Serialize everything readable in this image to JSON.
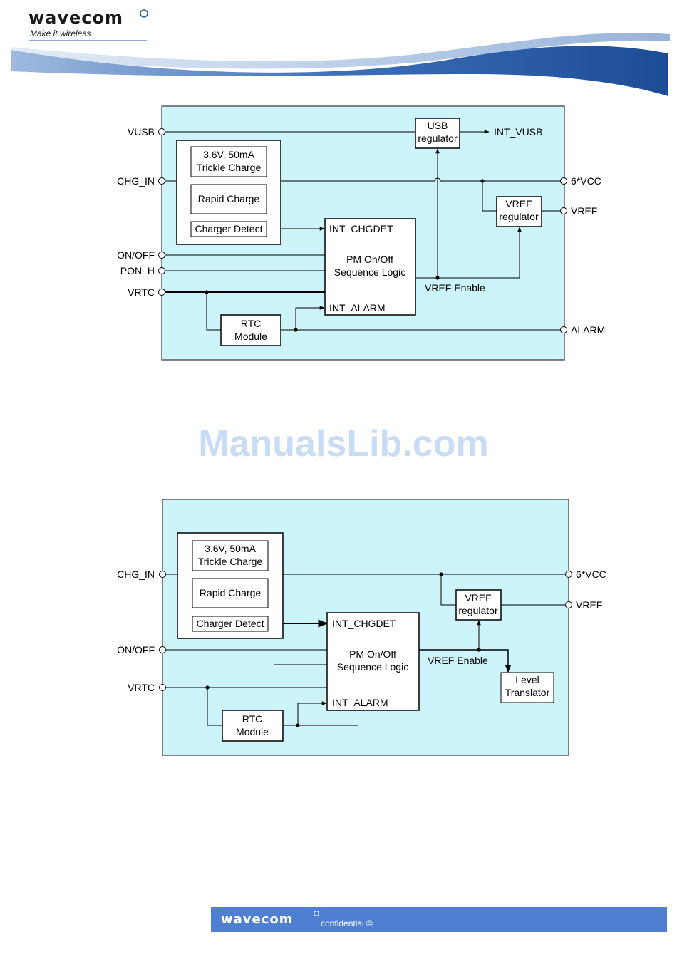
{
  "header": {
    "brand": "wavecom",
    "tagline": "Make it wireless"
  },
  "watermark": "ManualsLib.com",
  "diagram1": {
    "pins_left": [
      "VUSB",
      "CHG_IN",
      "ON/OFF",
      "PON_H",
      "VRTC"
    ],
    "pins_right": [
      "6*VCC",
      "VREF",
      "ALARM"
    ],
    "usb_regulator": [
      "USB",
      "regulator"
    ],
    "int_vusb": "INT_VUSB",
    "trickle": [
      "3.6V, 50mA",
      "Trickle Charge"
    ],
    "rapid": "Rapid Charge",
    "charger_detect": "Charger Detect",
    "vref_regulator": [
      "VREF",
      "regulator"
    ],
    "pm_int_chgdet": "INT_CHGDET",
    "pm_title": [
      "PM On/Off",
      "Sequence Logic"
    ],
    "pm_int_alarm": "INT_ALARM",
    "vref_enable": "VREF Enable",
    "rtc": [
      "RTC",
      "Module"
    ]
  },
  "diagram2": {
    "pins_left": [
      "CHG_IN",
      "ON/OFF",
      "VRTC"
    ],
    "pins_right": [
      "6*VCC",
      "VREF"
    ],
    "trickle": [
      "3.6V, 50mA",
      "Trickle Charge"
    ],
    "rapid": "Rapid Charge",
    "charger_detect": "Charger Detect",
    "vref_regulator": [
      "VREF",
      "regulator"
    ],
    "pm_int_chgdet": "INT_CHGDET",
    "pm_title": [
      "PM On/Off",
      "Sequence Logic"
    ],
    "pm_int_alarm": "INT_ALARM",
    "vref_enable": "VREF Enable",
    "level_translator": [
      "Level",
      "Translator"
    ],
    "rtc": [
      "RTC",
      "Module"
    ]
  },
  "footer": {
    "brand": "wavecom",
    "confidential": "confidential ©"
  },
  "colors": {
    "panel_fill": "#ccf4fa",
    "brand_blue": "#1f5ea8",
    "footer_bar": "#4f7fd0",
    "watermark": "#c8dcf3"
  }
}
